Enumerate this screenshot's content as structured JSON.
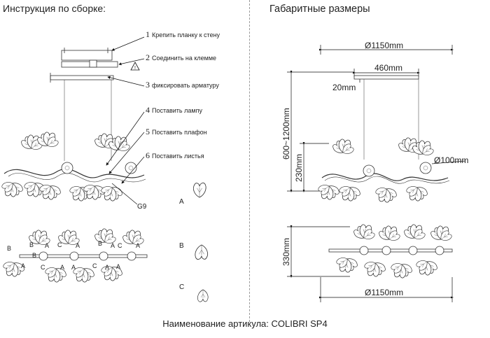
{
  "left_title": "Инструкция по сборке:",
  "right_title": "Габаритные размеры",
  "steps": [
    {
      "num": "1",
      "text": "Крепить планку к стену"
    },
    {
      "num": "2",
      "text": "Соединить на клемме"
    },
    {
      "num": "3",
      "text": "фиксировать арматуру"
    },
    {
      "num": "4",
      "text": "Поставить лампу"
    },
    {
      "num": "5",
      "text": "Поставить плафон"
    },
    {
      "num": "6",
      "text": "Поставить листья"
    }
  ],
  "bulb_label": "G9",
  "parts": [
    "A",
    "B",
    "C"
  ],
  "top_view_labels": {
    "row1": [
      "B",
      "B",
      "A",
      "C",
      "A",
      "B",
      "A",
      "C",
      "A"
    ],
    "row2": [
      "B",
      "A",
      "C",
      "A",
      "A",
      "C",
      "A",
      "A"
    ]
  },
  "dimensions": {
    "width_top": "Ø1150mm",
    "rail_width": "460mm",
    "rail_height": "20mm",
    "height_range": "600~1200mm",
    "body_height": "230mm",
    "shade": "Ø100mm",
    "depth": "330mm",
    "width_bottom": "Ø1150mm"
  },
  "article": "Наименование артикула: COLIBRI SP4"
}
